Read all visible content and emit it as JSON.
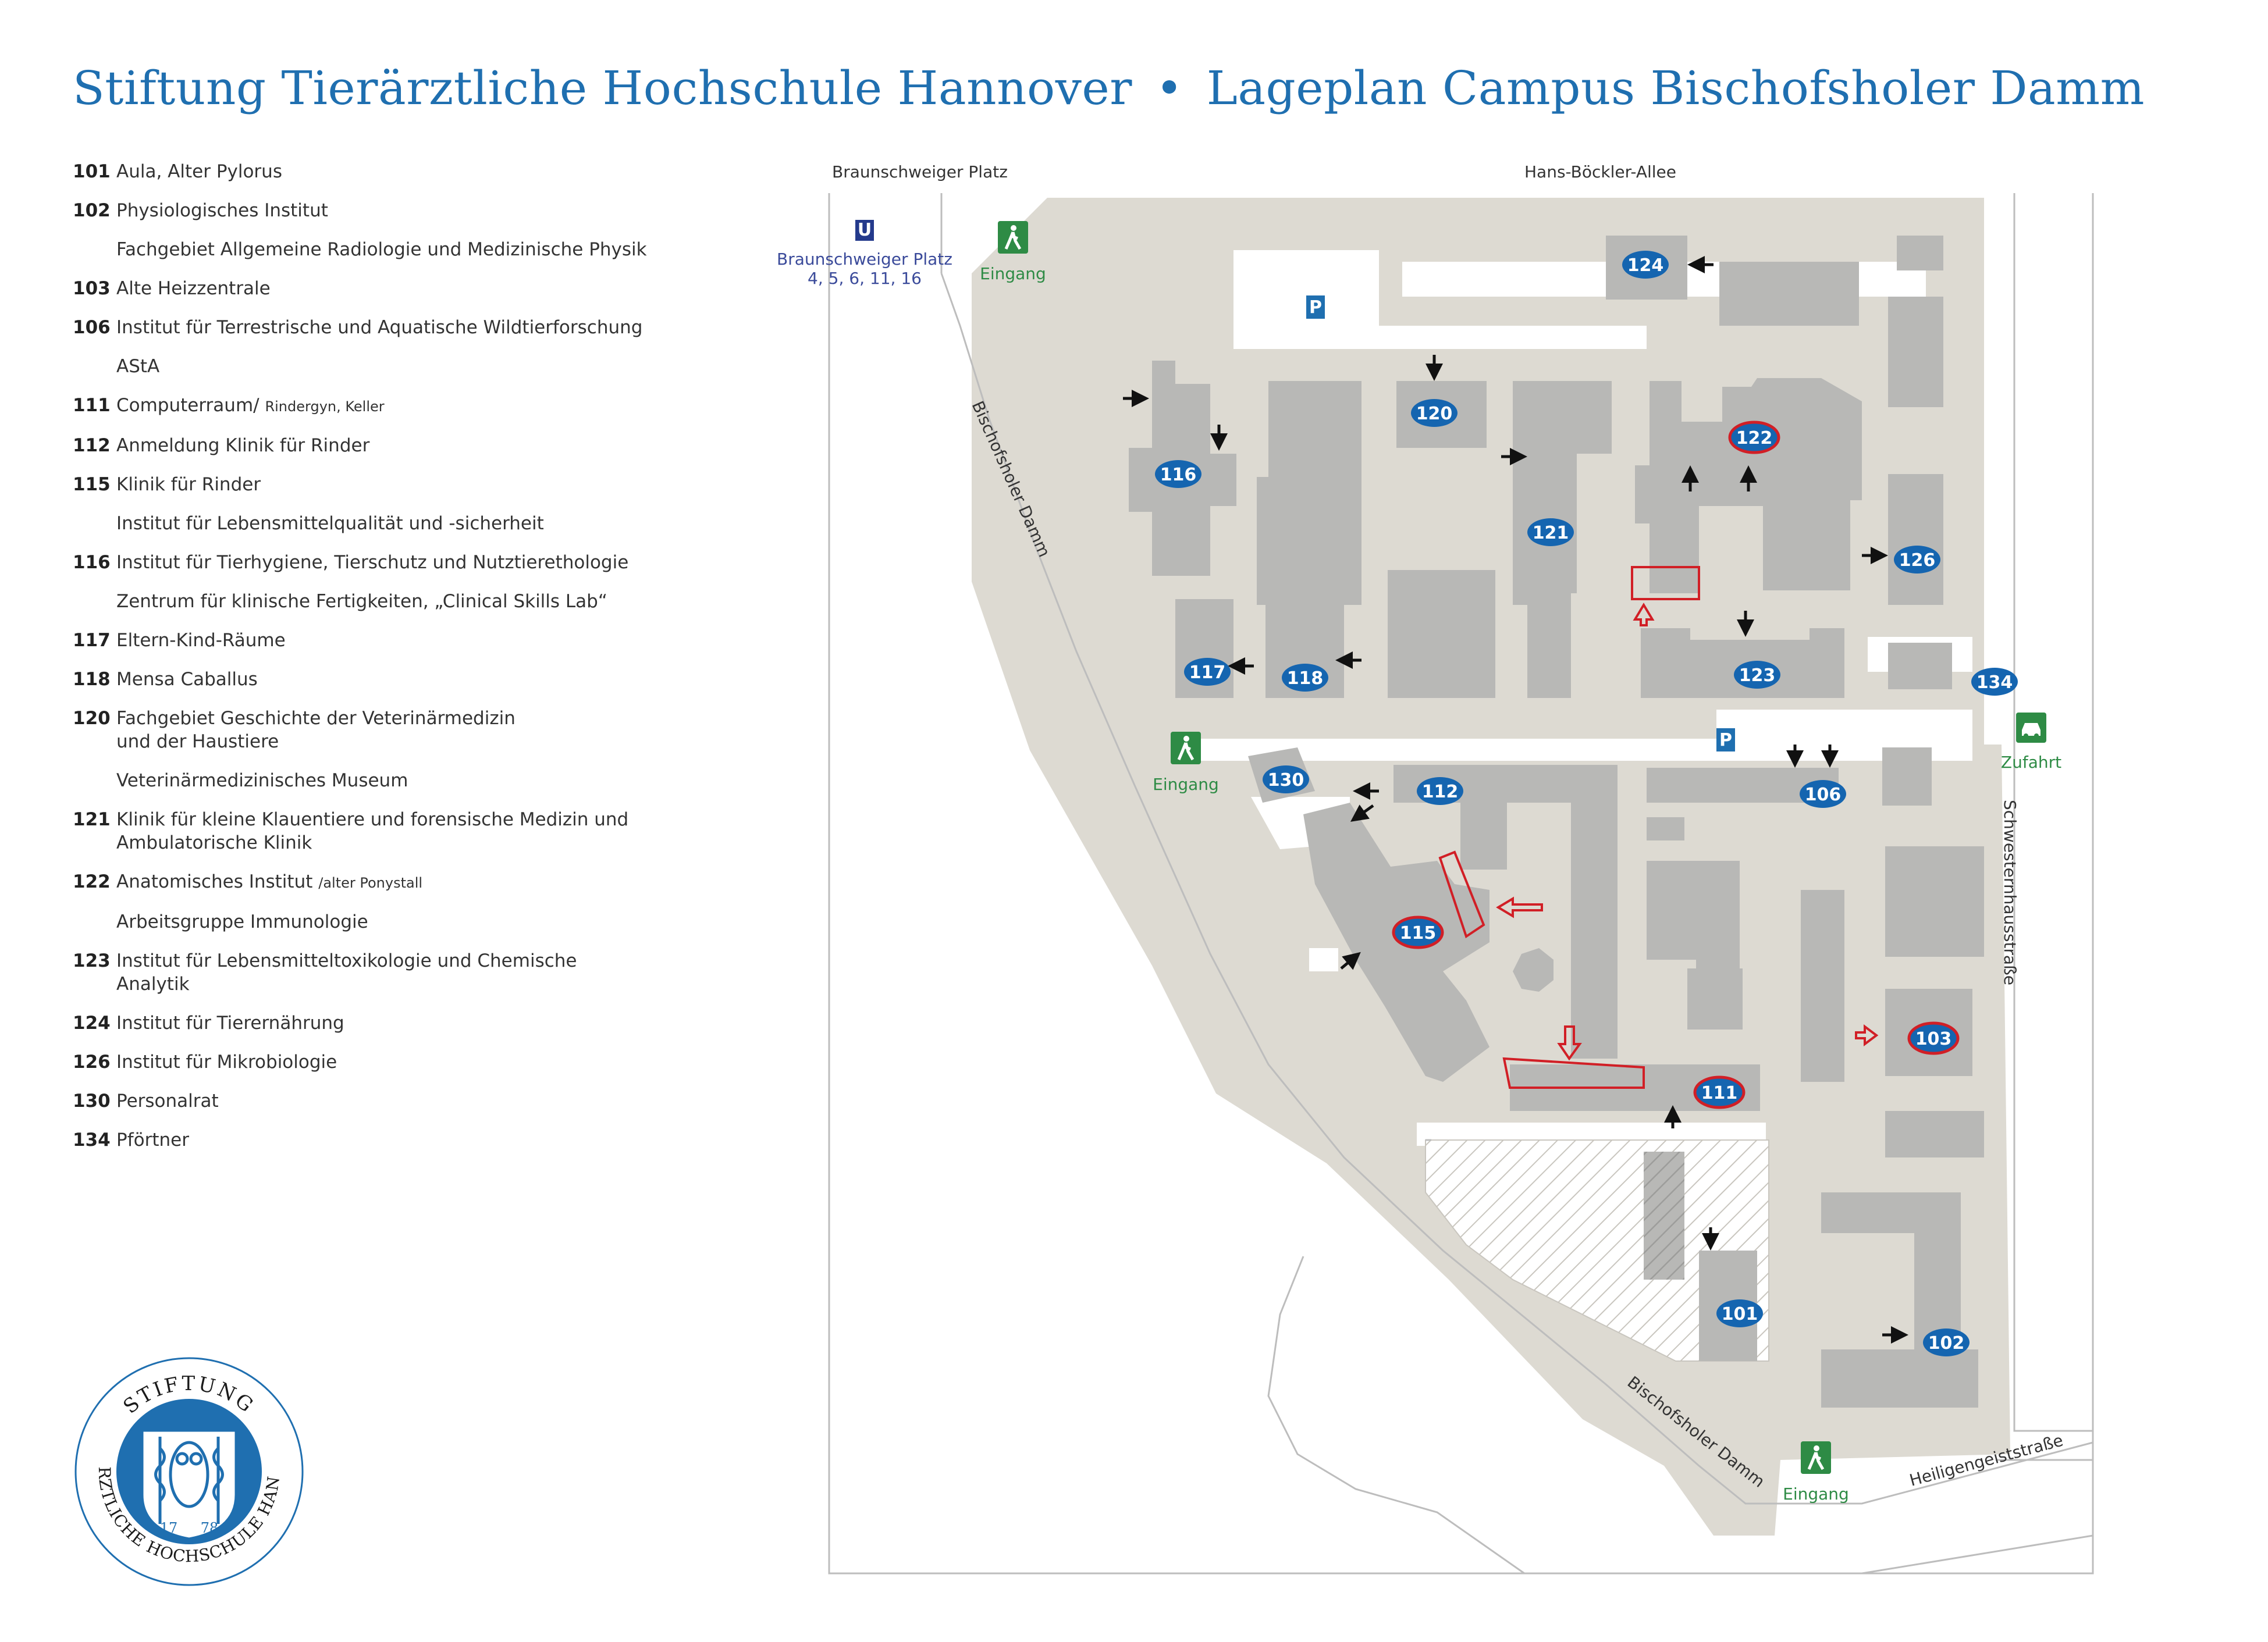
{
  "title": {
    "left": "Stiftung Tierärztliche Hochschule Hannover",
    "separator": "•",
    "right": "Lageplan Campus Bischofsholer Damm"
  },
  "legend": [
    {
      "num": "101",
      "text": "Aula, Alter Pylorus"
    },
    {
      "num": "102",
      "text": "Physiologisches Institut"
    },
    {
      "num": "",
      "text": "Fachgebiet Allgemeine Radiologie und Medizinische Physik"
    },
    {
      "num": "103",
      "text": "Alte Heizzentrale"
    },
    {
      "num": "106",
      "text": "Institut für Terrestrische und Aquatische Wildtierforschung"
    },
    {
      "num": "",
      "text": "AStA"
    },
    {
      "num": "111",
      "text": "Computerraum/",
      "small": "Rindergyn, Keller"
    },
    {
      "num": "112",
      "text": "Anmeldung Klinik für Rinder"
    },
    {
      "num": "115",
      "text": "Klinik für Rinder"
    },
    {
      "num": "",
      "text": "Institut für Lebensmittelqualität und -sicherheit"
    },
    {
      "num": "116",
      "text": "Institut für Tierhygiene, Tierschutz und Nutztierethologie"
    },
    {
      "num": "",
      "text": "Zentrum für klinische Fertigkeiten, „Clinical Skills Lab“"
    },
    {
      "num": "117",
      "text": "Eltern-Kind-Räume"
    },
    {
      "num": "118",
      "text": "Mensa Caballus"
    },
    {
      "num": "120",
      "text": "Fachgebiet Geschichte der Veterinärmedizin\nund der Haustiere"
    },
    {
      "num": "",
      "text": "Veterinärmedizinisches Museum"
    },
    {
      "num": "121",
      "text": "Klinik für kleine Klauentiere und forensische Medizin und\nAmbulatorische Klinik"
    },
    {
      "num": "122",
      "text": "Anatomisches Institut",
      "small": "/alter Ponystall"
    },
    {
      "num": "",
      "text": "Arbeitsgruppe Immunologie"
    },
    {
      "num": "123",
      "text": "Institut für Lebensmitteltoxikologie und Chemische\nAnalytik"
    },
    {
      "num": "124",
      "text": "Institut für Tierernährung"
    },
    {
      "num": "126",
      "text": "Institut für Mikrobiologie"
    },
    {
      "num": "130",
      "text": "Personalrat"
    },
    {
      "num": "134",
      "text": "Pförtner"
    }
  ],
  "map": {
    "streets": {
      "braunschweiger_platz": "Braunschweiger Platz",
      "hans_boeckler": "Hans-Böckler-Allee",
      "bischofsholer_damm_top": "Bischofsholer Damm",
      "bischofsholer_damm_bottom": "Bischofsholer Damm",
      "schwesternhaus": "Schwesternhausstraße",
      "heiligengeist": "Heiligengeiststraße"
    },
    "ubahn": {
      "symbol": "U",
      "station": "Braunschweiger Platz",
      "lines": "4, 5, 6, 11, 16"
    },
    "entrances": {
      "top": "Eingang",
      "middle": "Eingang",
      "bottom": "Eingang",
      "zufahrt": "Zufahrt"
    },
    "parking": "P",
    "buildings": {
      "b101": "101",
      "b102": "102",
      "b103": "103",
      "b106": "106",
      "b111": "111",
      "b112": "112",
      "b115": "115",
      "b116": "116",
      "b117": "117",
      "b118": "118",
      "b120": "120",
      "b121": "121",
      "b122": "122",
      "b123": "123",
      "b124": "124",
      "b126": "126",
      "b130": "130",
      "b134": "134"
    }
  },
  "logo": {
    "ring_top": "STIFTUNG",
    "ring_bottom": "TIERÄRZTLICHE HOCHSCHULE HANNOVER",
    "year_left": "17",
    "year_right": "78"
  },
  "colors": {
    "accent": "#1f6fb0",
    "badge": "#1565b0",
    "building": "#b8b8b6",
    "campus": "#dddad2",
    "entrance_green": "#2e8b45",
    "highlight_red": "#d11f26"
  }
}
